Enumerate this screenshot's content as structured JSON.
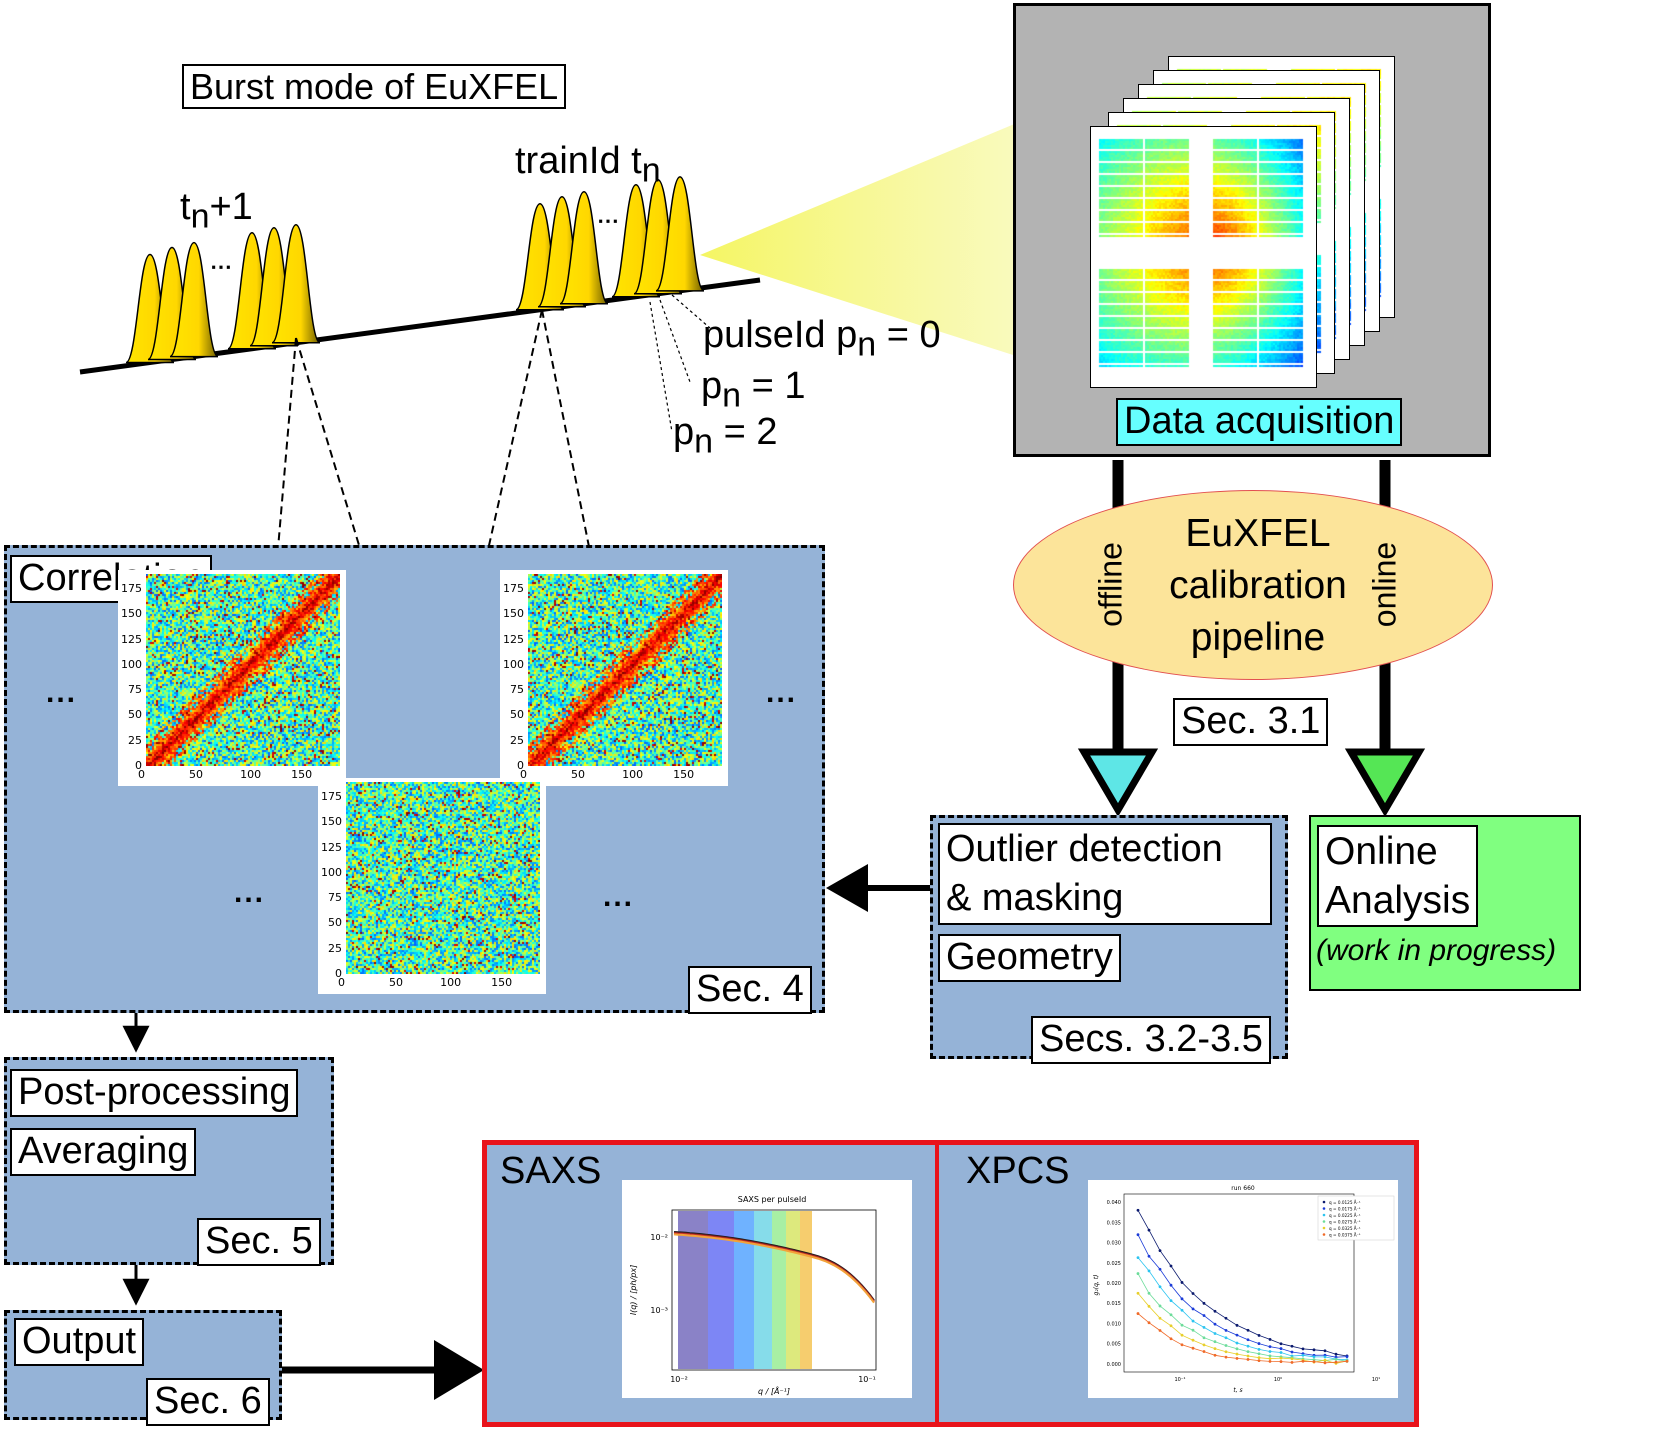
{
  "header": {
    "burst_title": "Burst mode of EuXFEL"
  },
  "pulses": {
    "train_prev": "t",
    "train_prev_sub": "n",
    "train_prev_suffix": "+1",
    "train_current": "trainId t",
    "train_current_sub": "n",
    "pulse0": "pulseId p",
    "pulse0_sub": "n",
    "pulse0_value": " = 0",
    "pulse1": "p",
    "pulse1_sub": "n",
    "pulse1_value": " = 1",
    "pulse2": "p",
    "pulse2_sub": "n",
    "pulse2_value": " = 2",
    "ellipsis": "⋯"
  },
  "acquisition": {
    "label": "Data acquisition",
    "bg_color": "#b3b3b3",
    "label_color": "#66ffff"
  },
  "pipeline": {
    "line1": "EuXFEL",
    "line2": "calibration",
    "line3": "pipeline",
    "offline": "offline",
    "online": "online",
    "section": "Sec. 3.1",
    "ellipse_color": "#fce49a"
  },
  "correlation": {
    "label": "Correlation",
    "section": "Sec. 4",
    "ellipsis": "...",
    "plot_ticks_y": [
      "175",
      "150",
      "125",
      "100",
      "75",
      "50",
      "25",
      "0"
    ],
    "plot_ticks_x": [
      "0",
      "50",
      "100",
      "150"
    ]
  },
  "outlier": {
    "label_line1": "Outlier detection",
    "label_line2": "& masking",
    "geometry": "Geometry",
    "section": "Secs. 3.2-3.5"
  },
  "online_analysis": {
    "line1": "Online",
    "line2": "Analysis",
    "note": "(work in progress)",
    "bg_color": "#80ff80"
  },
  "postprocessing": {
    "label": "Post-processing",
    "averaging": "Averaging",
    "section": "Sec. 5"
  },
  "output": {
    "label": "Output",
    "section": "Sec. 6"
  },
  "results": {
    "saxs": "SAXS",
    "xpcs": "XPCS",
    "border_color": "#e8131b",
    "saxs_plot": {
      "title": "SAXS per pulseId",
      "ylabel": "I(q) / [ph/px]",
      "xlabel": "q / [Å⁻¹]",
      "ytick_top": "10⁻²",
      "ytick_bottom": "10⁻³",
      "xtick_left": "10⁻²",
      "xtick_right": "10⁻¹"
    },
    "xpcs_plot": {
      "title": "run 660",
      "ylabel": "g₂(q, t)",
      "xlabel": "t, s",
      "yticks": [
        "0.040",
        "0.035",
        "0.030",
        "0.025",
        "0.020",
        "0.015",
        "0.010",
        "0.005",
        "0.000"
      ],
      "xticks": [
        "10⁻¹",
        "10⁰",
        "10¹"
      ],
      "legend": [
        "q = 0.0125 Å⁻¹",
        "q = 0.0175 Å⁻¹",
        "q = 0.0225 Å⁻¹",
        "q = 0.0275 Å⁻¹",
        "q = 0.0325 Å⁻¹",
        "q = 0.0375 Å⁻¹"
      ]
    }
  },
  "colors": {
    "box_fill": "#95b3d7",
    "pulse_yellow": "#ffe100",
    "arrow_head_cyan": "#5ee6e6",
    "arrow_head_green": "#55e655"
  }
}
